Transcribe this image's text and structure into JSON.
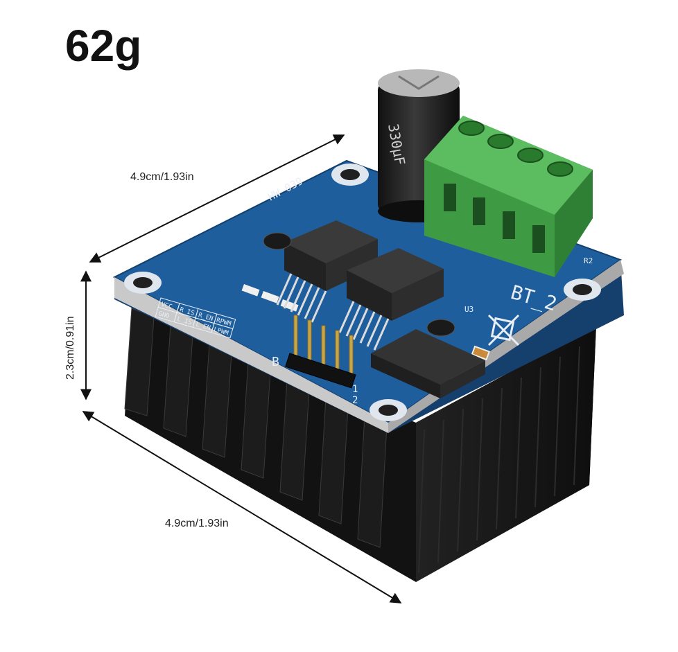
{
  "weight": "62g",
  "dimensions": {
    "top_edge": "4.9cm/1.93in",
    "height": "2.3cm/0.91in",
    "bottom_edge": "4.9cm/1.93in"
  },
  "board": {
    "model": "HW-039",
    "name": "BT_2",
    "capacitor_text": "330µF",
    "header_labels": [
      "VCC",
      "GND",
      "R_IS",
      "L_IS",
      "R_EN",
      "L_EN",
      "RPWM",
      "LPWM"
    ],
    "pin_marks": [
      "1",
      "2"
    ],
    "ref_u3": "U3",
    "ref_b": "B",
    "ref_r2": "R2"
  },
  "colors": {
    "pcb": "#1e5e9c",
    "pcb_edge": "#153f6d",
    "heatsink": "#1a1a1a",
    "terminal": "#4caf50",
    "chip": "#2b2b2b",
    "text": "#111111"
  }
}
